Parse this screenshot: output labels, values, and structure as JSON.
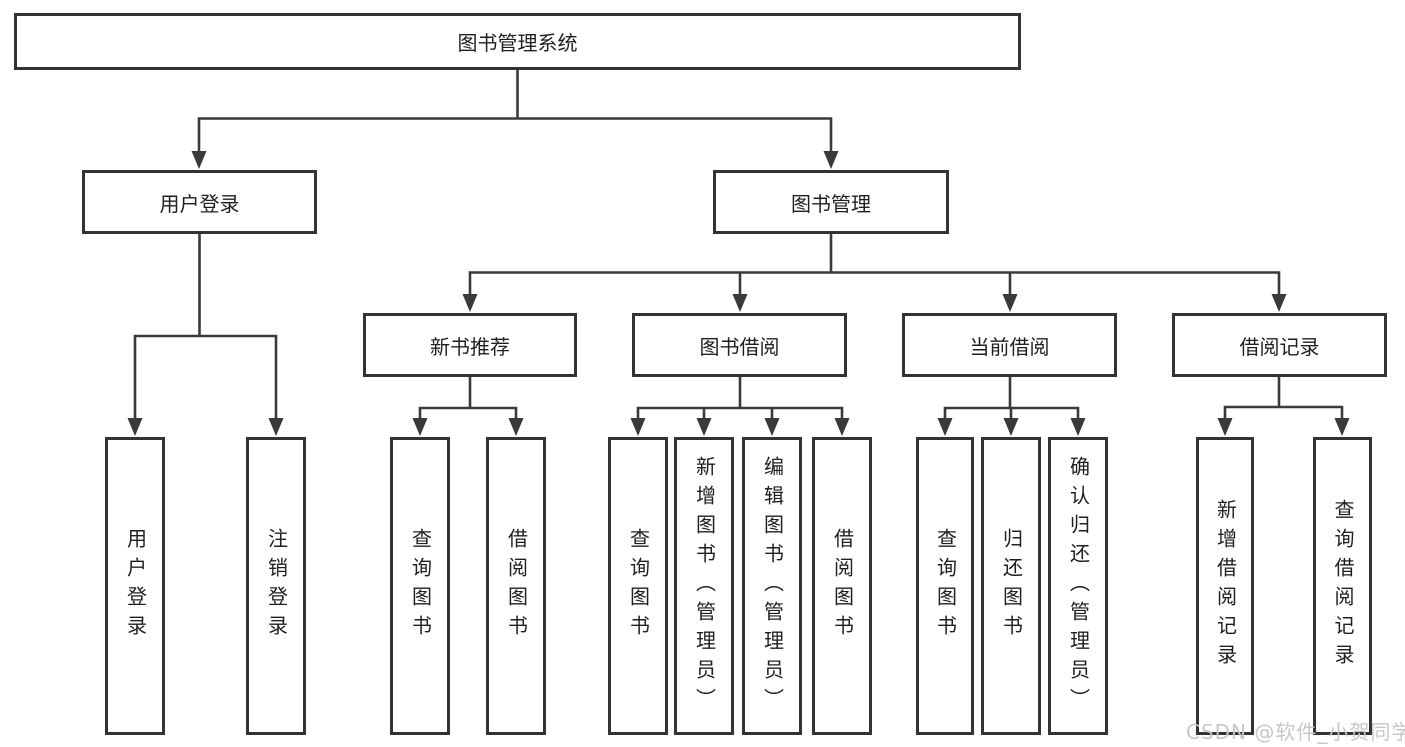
{
  "colors": {
    "line": "#3a3a3a",
    "box_border": "#333333",
    "text": "#1f1f1f",
    "watermark": "#c7c7c7",
    "bg": "#ffffff"
  },
  "watermark": {
    "text": "CSDN @软件_小贺同学"
  },
  "tree": {
    "label": "图书管理系统",
    "children": [
      {
        "label": "用户登录",
        "children": [
          {
            "label": "用户登录"
          },
          {
            "label": "注销登录"
          }
        ]
      },
      {
        "label": "图书管理",
        "children": [
          {
            "label": "新书推荐",
            "children": [
              {
                "label": "查询图书"
              },
              {
                "label": "借阅图书"
              }
            ]
          },
          {
            "label": "图书借阅",
            "children": [
              {
                "label": "查询图书"
              },
              {
                "label": "新增图书（管理员）"
              },
              {
                "label": "编辑图书（管理员）"
              },
              {
                "label": "借阅图书"
              }
            ]
          },
          {
            "label": "当前借阅",
            "children": [
              {
                "label": "查询图书"
              },
              {
                "label": "归还图书"
              },
              {
                "label": "确认归还（管理员）"
              }
            ]
          },
          {
            "label": "借阅记录",
            "children": [
              {
                "label": "新增借阅记录"
              },
              {
                "label": "查询借阅记录"
              }
            ]
          }
        ]
      }
    ]
  }
}
